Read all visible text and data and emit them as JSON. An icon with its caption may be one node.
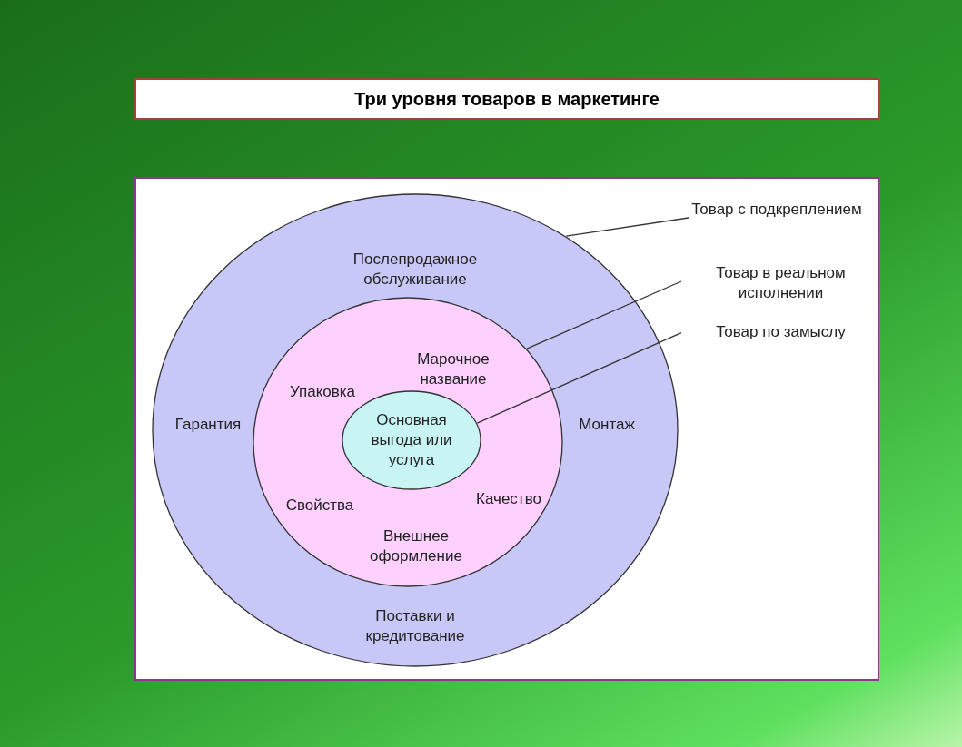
{
  "diagram": {
    "title": "Три уровня товаров в маркетинге",
    "nodes": [
      {
        "text": [
          "Послепродажное обслуживание",
          "Гарантия",
          "Монтаж",
          "Поставки и кредитование"
        ]
      },
      {
        "text": [
          "Марочное название",
          "Упаковка",
          "Свойства",
          "Качество",
          "Внешнее оформление"
        ],
        "in": 0
      },
      {
        "text": [
          "Основная выгода или услуга"
        ],
        "in": 1
      },
      {
        "text": [
          "Товар с подкреплением"
        ]
      },
      {
        "text": [
          "Товар в реальном исполнении"
        ]
      },
      {
        "text": [
          "Товар по замыслу"
        ]
      }
    ],
    "edges": [
      {
        "from": 3,
        "to": 0,
        "arrow": "none"
      },
      {
        "from": 4,
        "to": 1,
        "arrow": "none"
      },
      {
        "from": 5,
        "to": 2,
        "arrow": "none"
      }
    ]
  }
}
